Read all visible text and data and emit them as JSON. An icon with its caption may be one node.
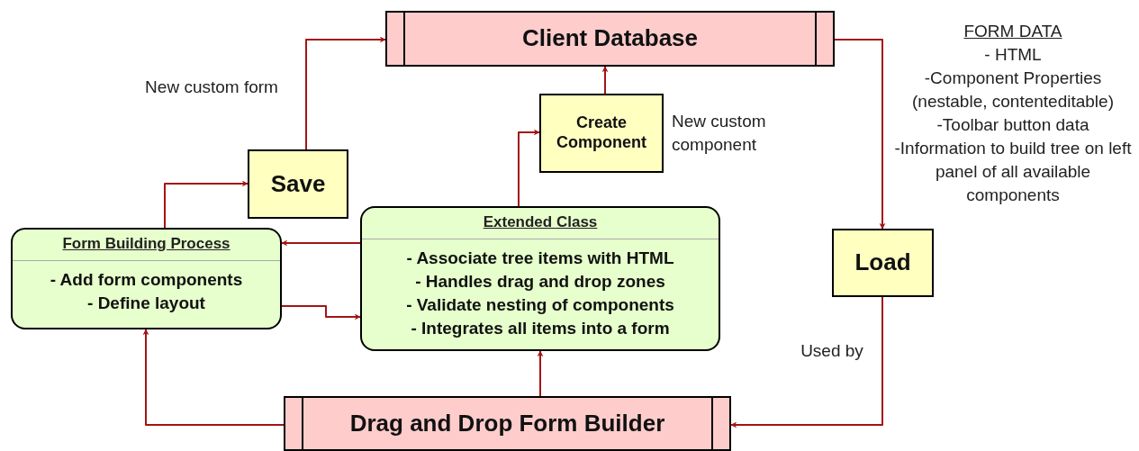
{
  "diagram": {
    "nodes": [
      {
        "text": [
          "Client Database"
        ]
      },
      {
        "text": [
          "Save"
        ]
      },
      {
        "text": [
          "Create Component"
        ],
        "beside": [
          "New custom component"
        ]
      },
      {
        "text": [
          "Form Building Process",
          "- Add form components",
          "- Define layout"
        ]
      },
      {
        "text": [
          "Extended Class",
          "- Associate tree items with HTML",
          "- Handles drag and drop zones",
          "- Validate nesting of components",
          "- Integrates all items into a form"
        ]
      },
      {
        "text": [
          "Load"
        ]
      },
      {
        "text": [
          "Drag and Drop Form Builder"
        ]
      }
    ],
    "edges": [
      {
        "from": 1,
        "to": 0,
        "arrow": "to",
        "label": "New custom form"
      },
      {
        "from": 2,
        "to": 0,
        "arrow": "to"
      },
      {
        "from": 4,
        "to": 2,
        "arrow": "to"
      },
      {
        "from": 3,
        "to": 1,
        "arrow": "to"
      },
      {
        "from": 4,
        "to": 3,
        "arrow": "to"
      },
      {
        "from": 3,
        "to": 4,
        "arrow": "to"
      },
      {
        "from": 6,
        "to": 4,
        "arrow": "to"
      },
      {
        "from": 6,
        "to": 3,
        "arrow": "to"
      },
      {
        "from": 0,
        "to": 5,
        "arrow": "to"
      },
      {
        "from": 5,
        "to": 6,
        "arrow": "to",
        "label": "Used by"
      }
    ],
    "labels": [
      "FORM DATA",
      "- HTML",
      "-Component Properties (nestable, contenteditable)",
      "-Toolbar button data",
      "-Information to build tree on left panel of all available components"
    ]
  }
}
